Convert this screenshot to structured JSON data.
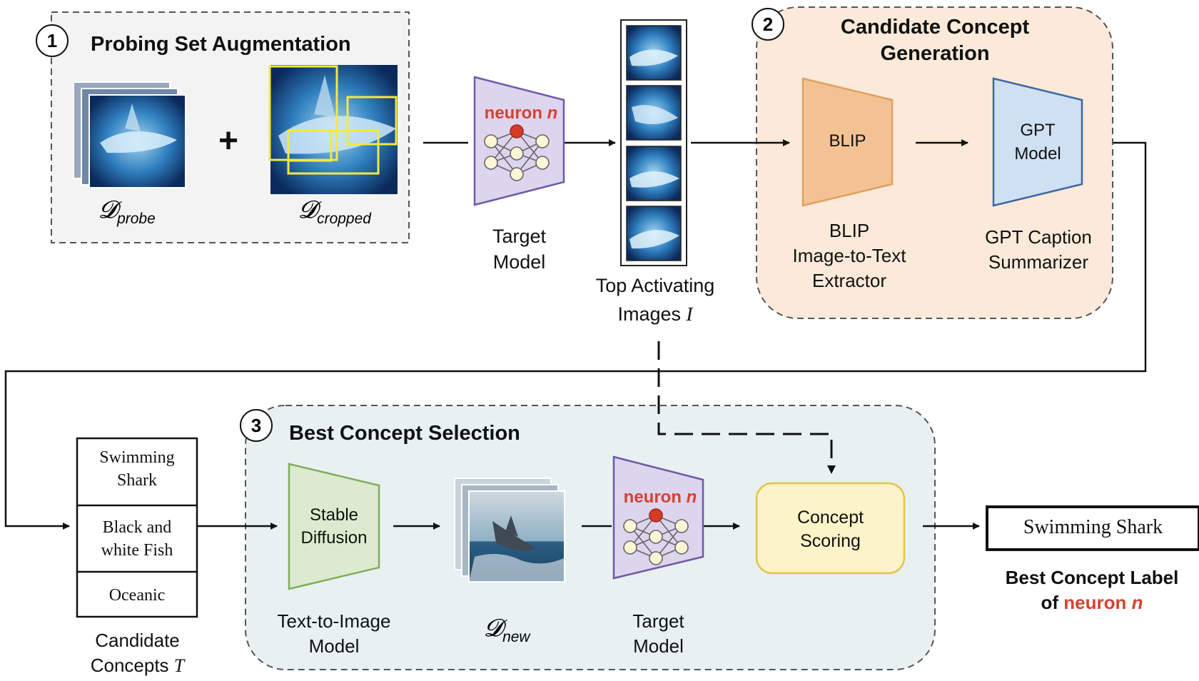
{
  "step1": {
    "number": "1",
    "title": "Probing Set Augmentation",
    "plus": "+",
    "d_symbol": "𝓓",
    "probe_sub": "probe",
    "cropped_sub": "cropped"
  },
  "target_model_top": {
    "neuron_word": "neuron",
    "neuron_var": "n",
    "label_line1": "Target",
    "label_line2": "Model"
  },
  "top_images": {
    "label_line1": "Top Activating",
    "label_line2": "Images",
    "label_var": "I"
  },
  "step2": {
    "number": "2",
    "title_line1": "Candidate Concept",
    "title_line2": "Generation",
    "blip_box": "BLIP",
    "gpt_box_line1": "GPT",
    "gpt_box_line2": "Model",
    "blip_label_line1": "BLIP",
    "blip_label_line2": "Image-to-Text",
    "blip_label_line3": "Extractor",
    "gpt_label_line1": "GPT Caption",
    "gpt_label_line2": "Summarizer"
  },
  "candidates": {
    "items": [
      "Swimming Shark",
      "Black and white Fish",
      "Oceanic"
    ],
    "item1_line1": "Swimming",
    "item1_line2": "Shark",
    "item2_line1": "Black and",
    "item2_line2": "white Fish",
    "item3": "Oceanic",
    "label_line1": "Candidate",
    "label_line2": "Concepts",
    "label_var": "T"
  },
  "step3": {
    "number": "3",
    "title": "Best Concept Selection",
    "sd_line1": "Stable",
    "sd_line2": "Diffusion",
    "t2i_line1": "Text-to-Image",
    "t2i_line2": "Model",
    "new_sub": "new",
    "neuron_word": "neuron",
    "neuron_var": "n",
    "target_line1": "Target",
    "target_line2": "Model",
    "scoring_line1": "Concept",
    "scoring_line2": "Scoring"
  },
  "result": {
    "best_concept": "Swimming Shark",
    "label_line1": "Best Concept Label",
    "label_of": "of",
    "neuron_word": "neuron",
    "neuron_var": "n"
  },
  "colors": {
    "neuron_red": "#d4432f",
    "step2_bg": "#fbe9d9",
    "step3_bg": "#e9f0f2",
    "step1_bg": "#f3f3f3",
    "blip_fill": "#f3c294",
    "gpt_fill": "#cfe0f3",
    "sd_fill": "#dcebcf",
    "scoring_fill": "#fdf3c9",
    "target_fill": "#ddd4ee"
  }
}
